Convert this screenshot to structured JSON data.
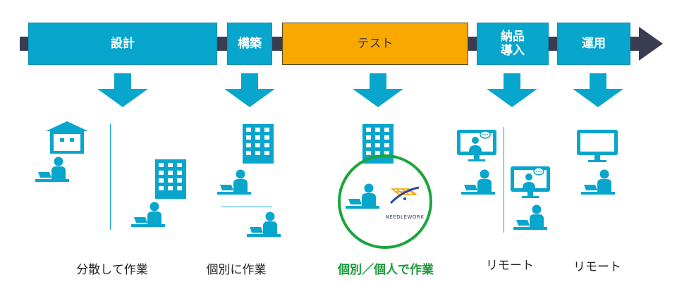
{
  "colors": {
    "primary": "#08a6cc",
    "highlight": "#f9a800",
    "arrow_bar": "#3a3d52",
    "circle": "#1aa53a",
    "label_green": "#1a9a3a"
  },
  "phases": [
    {
      "label": "設計"
    },
    {
      "label": "構築"
    },
    {
      "label": "テスト"
    },
    {
      "label": "納品\n導入"
    },
    {
      "label": "運用"
    }
  ],
  "icons": {
    "house": "house-icon",
    "building": "building-icon",
    "desk_worker": "desk-worker-icon",
    "monitor": "monitor-icon",
    "video_call": "video-call-monitor-icon",
    "logo": "needlework-logo"
  },
  "logo_text": "NEEDLEWORK",
  "captions": [
    {
      "text": "分散して作業"
    },
    {
      "text": "個別に作業"
    },
    {
      "text": "個別／個人で作業"
    },
    {
      "text": "リモート"
    },
    {
      "text": "リモート"
    }
  ]
}
